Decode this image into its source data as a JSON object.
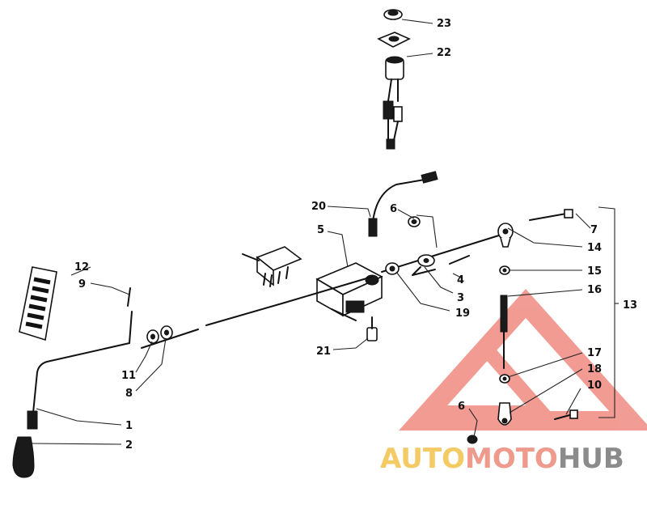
{
  "callouts": {
    "c1": "1",
    "c2": "2",
    "c3": "3",
    "c4": "4",
    "c5": "5",
    "c6a": "6",
    "c6b": "6",
    "c7": "7",
    "c8": "8",
    "c9": "9",
    "c10": "10",
    "c11": "11",
    "c12": "12",
    "c13": "13",
    "c14": "14",
    "c15": "15",
    "c16": "16",
    "c17": "17",
    "c18": "18",
    "c19": "19",
    "c20": "20",
    "c21": "21",
    "c22": "22",
    "c23": "23"
  },
  "watermark": {
    "part1": "AUTO",
    "part2": "MOTO",
    "part3": "HUB"
  },
  "colors": {
    "watermark_triangle": "#e64a3c",
    "auto": "#f2c14a",
    "moto": "#ec8a7a",
    "hub": "#777777"
  }
}
